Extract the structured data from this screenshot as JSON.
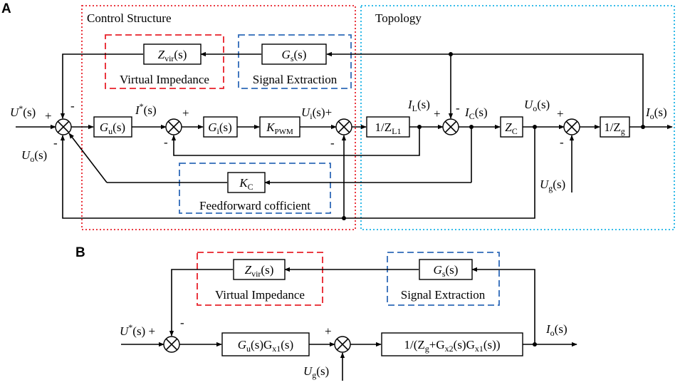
{
  "panels": {
    "a": "A",
    "b": "B"
  },
  "colors": {
    "control": "#e8202a",
    "topology": "#1ab3e6",
    "virtual": "#e8202a",
    "signal": "#2f6ab8",
    "feedforward": "#2f6ab8",
    "zvir_fill": "#fbe29a",
    "gs_fill": "#f8cfb3",
    "kc_fill": "#a9d8e2"
  },
  "A": {
    "control_title": "Control Structure",
    "topology_title": "Topology",
    "virtual_label": "Virtual Impedance",
    "signal_label": "Signal Extraction",
    "feedforward_label": "Feedforward cofficient",
    "blocks": {
      "zvir": {
        "main": "Z",
        "sub": "vir",
        "tail": "(s)"
      },
      "gs": {
        "main": "G",
        "sub": "s",
        "tail": "(s)"
      },
      "gu": {
        "main": "G",
        "sub": "u",
        "tail": "(s)"
      },
      "gi": {
        "main": "G",
        "sub": "i",
        "tail": "(s)"
      },
      "kpwm": {
        "main": "K",
        "sub": "PWM",
        "tail": ""
      },
      "zl1": {
        "main": "1/Z",
        "sub": "L1",
        "tail": ""
      },
      "zc": {
        "main": "Z",
        "sub": "C",
        "tail": ""
      },
      "zg": {
        "main": "1/Z",
        "sub": "g",
        "tail": ""
      },
      "kc": {
        "main": "K",
        "sub": "C",
        "tail": ""
      }
    },
    "signals": {
      "u_ref": {
        "main": "U",
        "sup": "*",
        "tail": "(s)"
      },
      "uo_fb": {
        "main": "U",
        "sub": "o",
        "tail": "(s)"
      },
      "i_ref": {
        "main": "I",
        "sup": "*",
        "tail": "(s)"
      },
      "ui": {
        "main": "U",
        "sub": "i",
        "tail": "(s)+"
      },
      "il": {
        "main": "I",
        "sub": "L",
        "tail": "(s)"
      },
      "ic": {
        "main": "I",
        "sub": "C",
        "tail": "(s)"
      },
      "uo": {
        "main": "U",
        "sub": "o",
        "tail": "(s)"
      },
      "io": {
        "main": "I",
        "sub": "o",
        "tail": "(s)"
      },
      "ug": {
        "main": "U",
        "sub": "g",
        "tail": "(s)"
      }
    },
    "signs": {
      "plus": "+",
      "minus": "-"
    }
  },
  "B": {
    "virtual_label": "Virtual Impedance",
    "signal_label": "Signal Extraction",
    "blocks": {
      "zvir": {
        "main": "Z",
        "sub": "vir",
        "tail": "(s)"
      },
      "gs": {
        "main": "G",
        "sub": "s",
        "tail": "(s)"
      },
      "gugx1": {
        "p1": "G",
        "s1": "u",
        "p2": "(s)G",
        "s2": "x1",
        "p3": "(s)"
      },
      "plant": {
        "p1": "1/(Z",
        "s1": "g",
        "p2": "+G",
        "s2": "x2",
        "p3": "(s)G",
        "s3": "x1",
        "p4": "(s))"
      }
    },
    "signals": {
      "u_ref": {
        "main": "U",
        "sup": "*",
        "tail": "(s) +"
      },
      "ug": {
        "main": "U",
        "sub": "g",
        "tail": "(s)"
      },
      "io": {
        "main": "I",
        "sub": "o",
        "tail": "(s)"
      }
    },
    "signs": {
      "plus": "+",
      "minus": "-"
    }
  }
}
